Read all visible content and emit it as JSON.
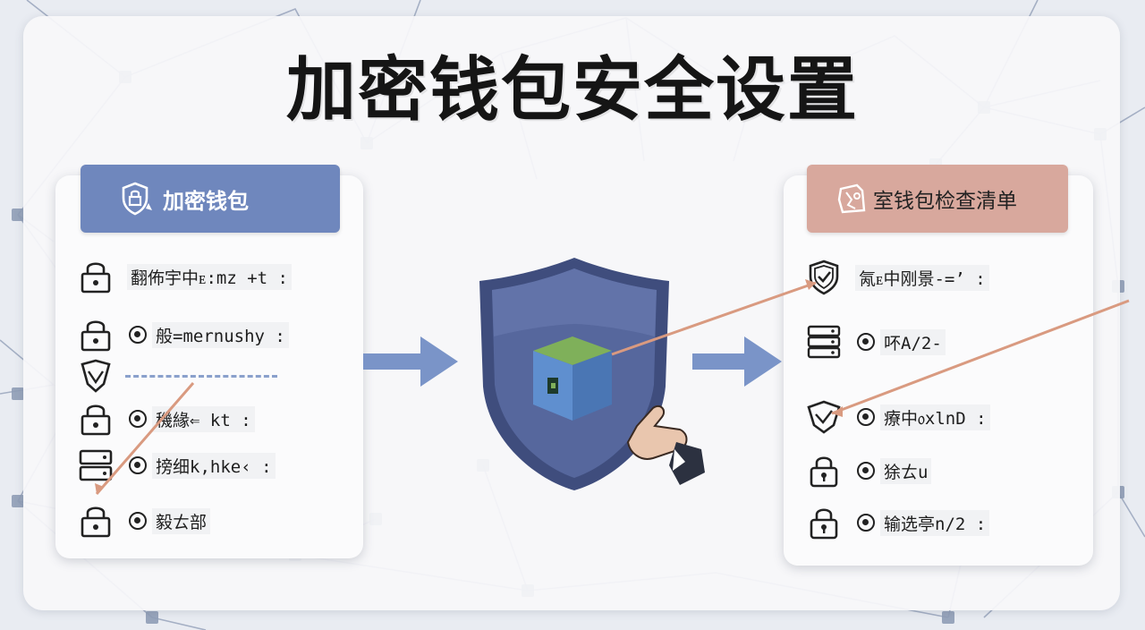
{
  "title": "加密钱包安全设置",
  "left_panel": {
    "header": "加密钱包",
    "header_icon": "shield-lock-icon",
    "rows": [
      {
        "icon": "padlock-icon",
        "bullet": false,
        "text": "翻佈宇中ᴇ:mz +t :"
      },
      {
        "icon": "padlock-icon",
        "bullet": true,
        "text": "⁠般=mernushy :"
      },
      {
        "icon": "shield-check-icon",
        "bullet": false,
        "text": "",
        "dashed": true
      },
      {
        "icon": "padlock-icon",
        "bullet": true,
        "text": "穖緣⇐ kt :"
      },
      {
        "icon": "server-icon",
        "bullet": true,
        "text": "搒细k,hke‹ :"
      },
      {
        "icon": "padlock-icon",
        "bullet": true,
        "text": "毅ㄊ部"
      }
    ]
  },
  "right_panel": {
    "header": "室钱包检查清单",
    "header_icon": "wallet-crack-icon",
    "rows": [
      {
        "icon": "shield-check-icon",
        "bullet": false,
        "text": "氝ᴇ中刚景-=’ :"
      },
      {
        "icon": "server-icon",
        "bullet": true,
        "text": "吥A/2-"
      },
      {
        "icon": "shield-check-icon",
        "bullet": true,
        "text": "療中᥆xlnD :"
      },
      {
        "icon": "padlock-icon",
        "bullet": true,
        "text": "狳ㄊu"
      },
      {
        "icon": "padlock-icon",
        "bullet": true,
        "text": "输选亭n/2 :"
      }
    ]
  },
  "colors": {
    "left_header": "#6f87bd",
    "right_header": "#d8a89d",
    "shield": "#4f5f91",
    "cube_top": "#7fb05a",
    "cube_side": "#5f8fcf",
    "arrow": "#7a94c8",
    "connector": "#d99a80"
  }
}
